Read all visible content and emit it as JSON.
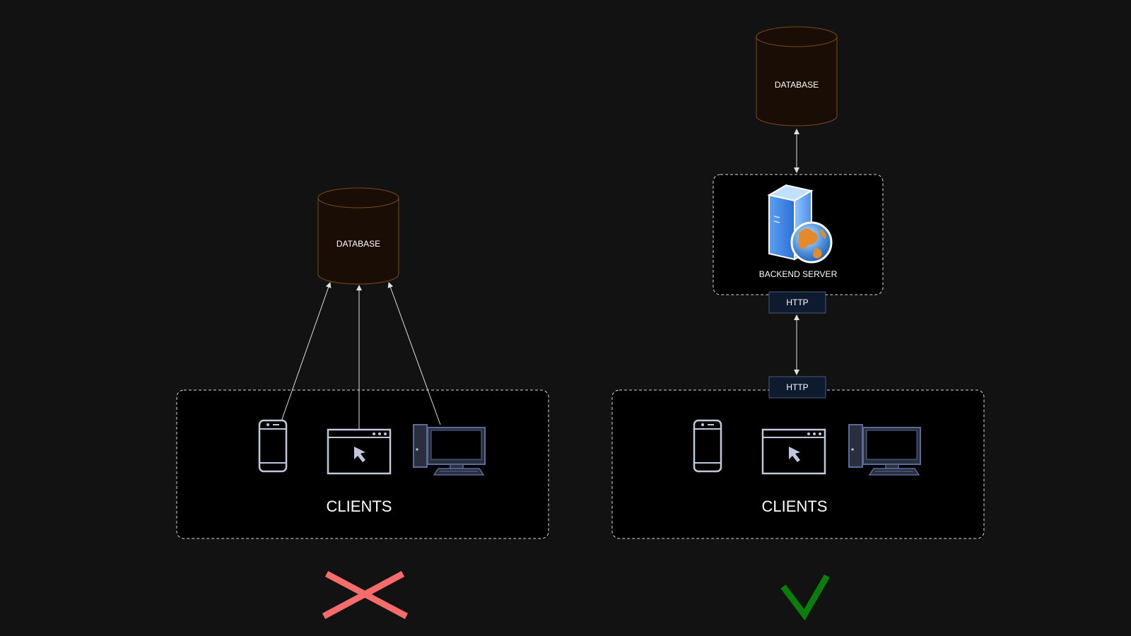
{
  "left_panel": {
    "database_label": "DATABASE",
    "clients_label": "CLIENTS",
    "verdict_icon": "cross-icon",
    "verdict_color": "#f46c6c"
  },
  "right_panel": {
    "database_label": "DATABASE",
    "server_label": "BACKEND SERVER",
    "http_top_label": "HTTP",
    "http_bottom_label": "HTTP",
    "clients_label": "CLIENTS",
    "verdict_icon": "check-icon",
    "verdict_color": "#0a7d0a"
  },
  "colors": {
    "background": "#121212",
    "panel_fill": "#000000",
    "database_fill": "#1a0d05",
    "database_stroke": "#7a4a16",
    "http_fill": "#0e1a2e",
    "http_stroke": "#4a5a7a",
    "device_stroke": "#c0c8dc",
    "desktop_stroke": "#5a6a9a"
  }
}
